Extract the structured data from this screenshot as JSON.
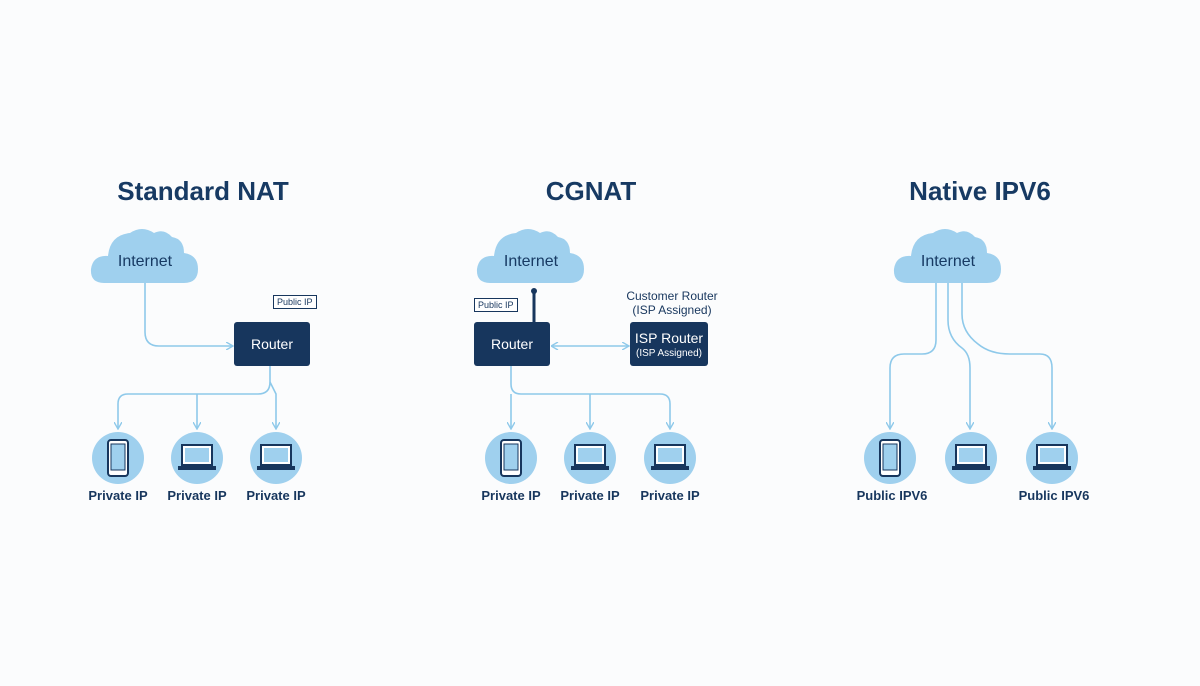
{
  "colors": {
    "dark": "#17365d",
    "light": "#9fd0ee",
    "line": "#8ec9ea",
    "background": "#fbfcfd"
  },
  "panels": [
    {
      "title": "Standard NAT",
      "cloud_label": "Internet",
      "public_tag": "Public IP",
      "router_label": "Router",
      "devices": [
        {
          "icon": "phone-icon",
          "label": "Private IP"
        },
        {
          "icon": "laptop-icon",
          "label": "Private IP"
        },
        {
          "icon": "laptop-icon",
          "label": "Private IP"
        }
      ]
    },
    {
      "title": "CGNAT",
      "cloud_label": "Internet",
      "public_tag": "Public IP",
      "router_label": "Router",
      "isp_note_line1": "Customer Router",
      "isp_note_line2": "(ISP Assigned)",
      "isp_router_label": "ISP Router",
      "isp_router_sub": "(ISP Assigned)",
      "devices": [
        {
          "icon": "phone-icon",
          "label": "Private IP"
        },
        {
          "icon": "laptop-icon",
          "label": "Private IP"
        },
        {
          "icon": "laptop-icon",
          "label": "Private IP"
        }
      ]
    },
    {
      "title": "Native IPV6",
      "cloud_label": "Internet",
      "devices": [
        {
          "icon": "phone-icon",
          "label": "Public IPV6"
        },
        {
          "icon": "laptop-icon",
          "label": ""
        },
        {
          "icon": "laptop-icon",
          "label": "Public IPV6"
        }
      ]
    }
  ]
}
